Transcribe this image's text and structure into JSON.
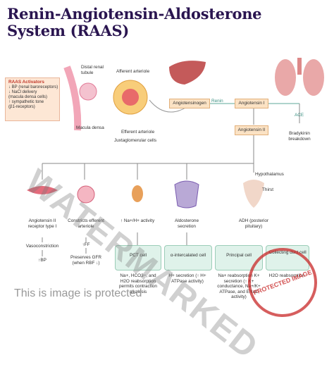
{
  "title": {
    "line1": "Renin-Angiotensin-Aldosterone",
    "line2": "System (RAAS)"
  },
  "activators": {
    "heading": "RAAS Activators",
    "items": [
      "↓ BP (renal baroreceptors)",
      "↓ NaCl delivery",
      "(macula densa cells)",
      "↑ sympathetic tone",
      "(β1-receptors)"
    ]
  },
  "kidney_labels": {
    "distal_tubule": "Distal renal tubule",
    "afferent": "Afferent arteriole",
    "macula_densa": "Macula densa",
    "efferent": "Efferent arteriole",
    "juxtaglomerular": "Juxtaglomerular cells"
  },
  "cascade": {
    "angiotensinogen": "Angiotensinogen",
    "renin": "Renin",
    "ang1": "Angiotensin I",
    "ace": "ACE",
    "ang2": "Angiotensin II",
    "bradykinin": "Bradykinin breakdown"
  },
  "effects": [
    {
      "top": "Angiotensin II receptor type I",
      "mid": "Vasoconstriction",
      "bottom": "↑BP"
    },
    {
      "top": "Constricts efferent arteriole",
      "mid": "↑FF",
      "bottom": "Preserves GFR (when RBF ↓)"
    },
    {
      "top": "↑ Na+/H+ activity",
      "mid": "",
      "bottom": ""
    },
    {
      "top": "Aldosterone secretion",
      "mid": "",
      "bottom": ""
    },
    {
      "top": "ADH (posterior pituitary)",
      "mid": "",
      "bottom": ""
    }
  ],
  "hypothalamus": "Hypothalamus",
  "thirst": "Thirst",
  "cells": {
    "pct": "PCT cell",
    "alpha": "α-intercalated cell",
    "principal": "Principal cell",
    "collecting": "Collecting duct cell"
  },
  "cell_notes": {
    "pct": "Na+, HCO3−, and H2O reabsorption permits contraction alkalosis",
    "alpha": "H+ secretion (↑ H+ ATPase activity)",
    "principal": "Na+ reabsorption K+ secretion (↑ K+ conductance, Na+/K+ ATPase, and ENaC activity)",
    "collecting": "H2O reabsorption"
  },
  "watermark": "WATERMARKED",
  "protected": "This is image is protected",
  "stamp": "PROTECTED IMAGE"
}
